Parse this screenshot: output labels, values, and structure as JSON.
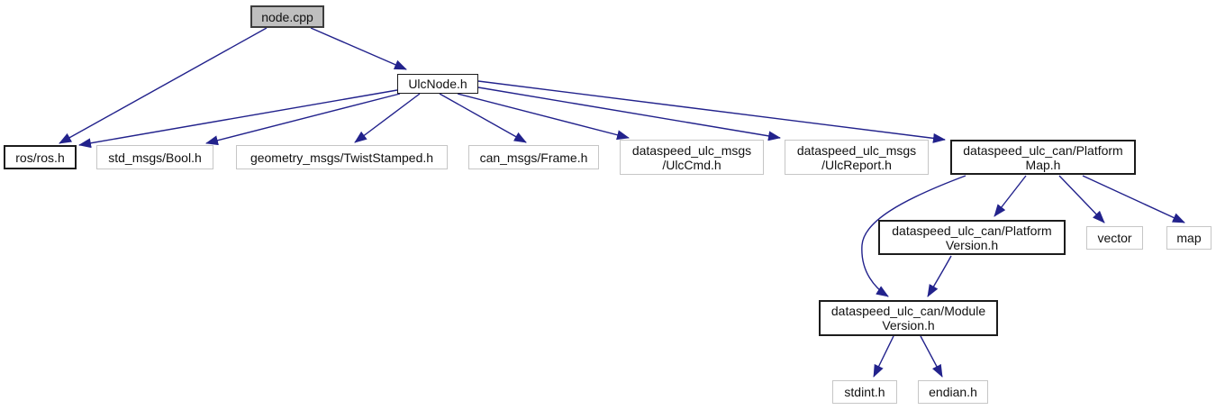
{
  "diagram": {
    "kind": "include-dependency-graph",
    "colors": {
      "edge": "#22228c",
      "node_fill": "#ffffff",
      "root_node_fill": "#bfbfbf",
      "documented_border": "#1c1c1c",
      "external_border": "#c6c6c6",
      "background": "#ffffff"
    },
    "nodes": [
      {
        "id": "node-cpp",
        "label": "node.cpp",
        "line1": "node.cpp",
        "kind": "root"
      },
      {
        "id": "ulcnode-h",
        "label": "UlcNode.h",
        "line1": "UlcNode.h",
        "kind": "documented"
      },
      {
        "id": "ros-ros-h",
        "label": "ros/ros.h",
        "line1": "ros/ros.h",
        "kind": "documented"
      },
      {
        "id": "std-msgs-bool-h",
        "label": "std_msgs/Bool.h",
        "line1": "std_msgs/Bool.h",
        "kind": "external"
      },
      {
        "id": "twiststamped-h",
        "label": "geometry_msgs/TwistStamped.h",
        "line1": "geometry_msgs/TwistStamped.h",
        "kind": "external"
      },
      {
        "id": "can-msgs-frame-h",
        "label": "can_msgs/Frame.h",
        "line1": "can_msgs/Frame.h",
        "kind": "external"
      },
      {
        "id": "ulccmd-h",
        "label": "dataspeed_ulc_msgs/UlcCmd.h",
        "line1": "dataspeed_ulc_msgs",
        "line2": "/UlcCmd.h",
        "kind": "external"
      },
      {
        "id": "ulcreport-h",
        "label": "dataspeed_ulc_msgs/UlcReport.h",
        "line1": "dataspeed_ulc_msgs",
        "line2": "/UlcReport.h",
        "kind": "external"
      },
      {
        "id": "platform-map-h",
        "label": "dataspeed_ulc_can/PlatformMap.h",
        "line1": "dataspeed_ulc_can/Platform",
        "line2": "Map.h",
        "kind": "documented"
      },
      {
        "id": "platform-version-h",
        "label": "dataspeed_ulc_can/PlatformVersion.h",
        "line1": "dataspeed_ulc_can/Platform",
        "line2": "Version.h",
        "kind": "documented"
      },
      {
        "id": "vector",
        "label": "vector",
        "line1": "vector",
        "kind": "external"
      },
      {
        "id": "map",
        "label": "map",
        "line1": "map",
        "kind": "external"
      },
      {
        "id": "module-version-h",
        "label": "dataspeed_ulc_can/ModuleVersion.h",
        "line1": "dataspeed_ulc_can/Module",
        "line2": "Version.h",
        "kind": "documented"
      },
      {
        "id": "stdint-h",
        "label": "stdint.h",
        "line1": "stdint.h",
        "kind": "external"
      },
      {
        "id": "endian-h",
        "label": "endian.h",
        "line1": "endian.h",
        "kind": "external"
      }
    ],
    "edges": [
      {
        "from": "node.cpp",
        "to": "UlcNode.h"
      },
      {
        "from": "node.cpp",
        "to": "ros/ros.h"
      },
      {
        "from": "UlcNode.h",
        "to": "ros/ros.h"
      },
      {
        "from": "UlcNode.h",
        "to": "std_msgs/Bool.h"
      },
      {
        "from": "UlcNode.h",
        "to": "geometry_msgs/TwistStamped.h"
      },
      {
        "from": "UlcNode.h",
        "to": "can_msgs/Frame.h"
      },
      {
        "from": "UlcNode.h",
        "to": "dataspeed_ulc_msgs/UlcCmd.h"
      },
      {
        "from": "UlcNode.h",
        "to": "dataspeed_ulc_msgs/UlcReport.h"
      },
      {
        "from": "UlcNode.h",
        "to": "dataspeed_ulc_can/PlatformMap.h"
      },
      {
        "from": "dataspeed_ulc_can/PlatformMap.h",
        "to": "dataspeed_ulc_can/PlatformVersion.h"
      },
      {
        "from": "dataspeed_ulc_can/PlatformMap.h",
        "to": "vector"
      },
      {
        "from": "dataspeed_ulc_can/PlatformMap.h",
        "to": "map"
      },
      {
        "from": "dataspeed_ulc_can/PlatformMap.h",
        "to": "dataspeed_ulc_can/ModuleVersion.h"
      },
      {
        "from": "dataspeed_ulc_can/PlatformVersion.h",
        "to": "dataspeed_ulc_can/ModuleVersion.h"
      },
      {
        "from": "dataspeed_ulc_can/ModuleVersion.h",
        "to": "stdint.h"
      },
      {
        "from": "dataspeed_ulc_can/ModuleVersion.h",
        "to": "endian.h"
      }
    ]
  }
}
